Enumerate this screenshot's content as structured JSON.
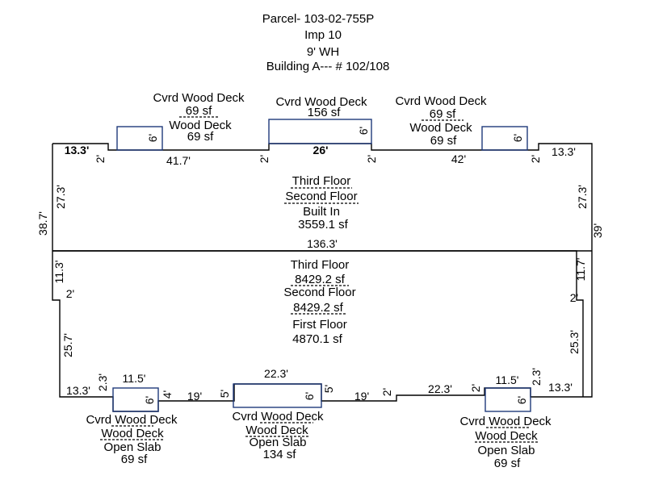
{
  "header": {
    "parcel": "Parcel- 103-02-755P",
    "imp": "Imp 10",
    "wall_height": "9' WH",
    "building": "Building A--- # 102/108"
  },
  "upper_section": {
    "labels": [
      "Third Floor",
      "Second Floor",
      "Built In"
    ],
    "area": "3559.1 sf"
  },
  "lower_section": {
    "labels": [
      "Third Floor",
      "8429.2 sf",
      "Second Floor",
      "8429.2 sf",
      "First Floor",
      "4870.1 sf"
    ]
  },
  "top_decks": {
    "left": {
      "line1": "Cvrd Wood Deck",
      "line2": "69 sf",
      "line3": "Wood Deck",
      "line4": "69 sf",
      "depth": "6'"
    },
    "center": {
      "line1": "Cvrd Wood Deck",
      "line2": "156 sf",
      "depth": "6'",
      "width": "26'"
    },
    "right": {
      "line1": "Cvrd Wood Deck",
      "line2": "69 sf",
      "line3": "Wood Deck",
      "line4": "69 sf",
      "depth": "6'"
    }
  },
  "bottom_decks": {
    "left": {
      "line1": "Cvrd Wood Deck",
      "line2": "Wood Deck",
      "line3": "Open Slab",
      "line4": "69 sf",
      "width": "11.5'",
      "depth": "6'"
    },
    "center": {
      "line1": "Cvrd Wood Deck",
      "line2": "Wood Deck",
      "line3": "Open Slab",
      "line4": "134 sf",
      "width": "22.3'",
      "depth": "6'"
    },
    "right": {
      "line1": "Cvrd Wood Deck",
      "line2": "Wood Deck",
      "line3": "Open Slab",
      "line4": "69 sf",
      "width": "11.5'",
      "depth": "6'"
    }
  },
  "dimensions": {
    "top_left_end": "13.3'",
    "top_left_step": "2'",
    "top_left_run": "41.7'",
    "top_center_left_step": "2'",
    "top_center_right_step": "2'",
    "top_right_run": "42'",
    "top_right_step": "2'",
    "top_right_end": "13.3'",
    "left_upper": "27.3'",
    "right_upper": "27.3'",
    "left_total": "38.7'",
    "right_total": "39'",
    "mid_width": "136.3'",
    "left_lower_top": "11.3'",
    "left_lower_step": "2'",
    "left_lower_bottom": "25.7'",
    "right_lower_top": "11.7'",
    "right_lower_step": "2'",
    "right_lower_bottom": "25.3'",
    "bottom_left_end": "13.3'",
    "bottom_left_step": "2.3'",
    "bottom_left_step2": "4'",
    "bottom_left_run": "19'",
    "bottom_center_left_step": "5'",
    "bottom_center_right_step": "5'",
    "bottom_right_run": "19'",
    "bottom_right_step": "2'",
    "bottom_right_run2": "22.3'",
    "bottom_right_step2": "2'",
    "bottom_right_step3": "2.3'",
    "bottom_right_end": "13.3'"
  }
}
